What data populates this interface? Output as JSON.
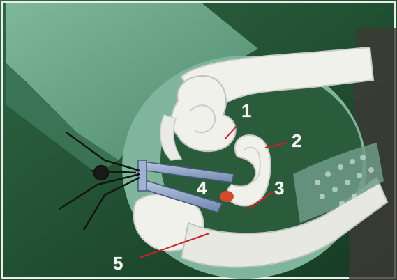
{
  "labels": {
    "l1": "1",
    "l2": "2",
    "l3": "3",
    "l4": "4",
    "l5": "5"
  },
  "colors": {
    "background_dark": "#1e4a2e",
    "drape": "#5f9a7c",
    "tissue_light": "#f1f1ec",
    "speculum": "#8fa6c8",
    "pointer_red": "#c8222a"
  }
}
